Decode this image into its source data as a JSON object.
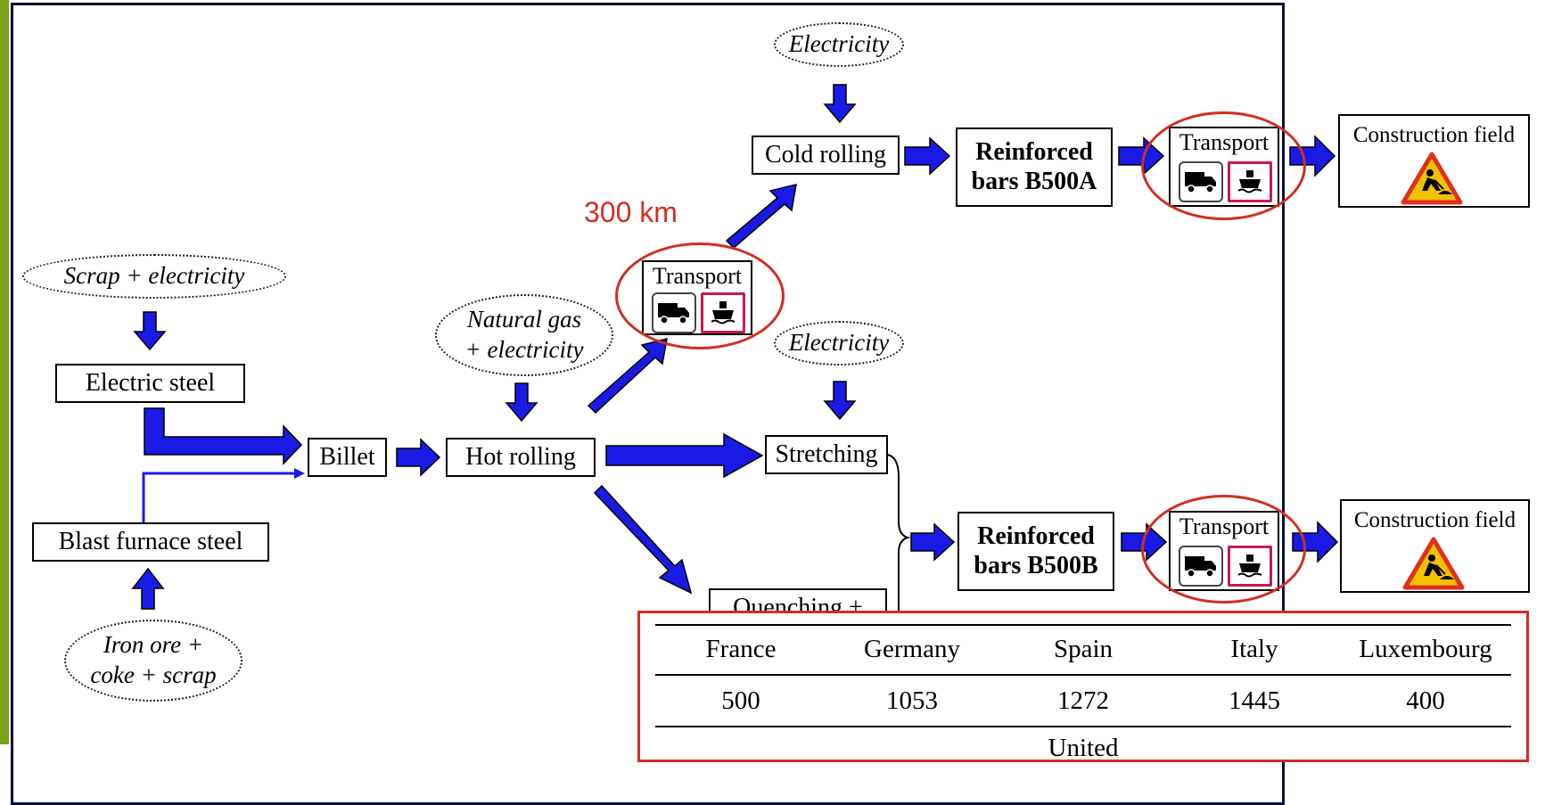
{
  "nodes": {
    "electric_steel": "Electric steel",
    "blast_furnace_steel": "Blast furnace steel",
    "billet": "Billet",
    "hot_rolling": "Hot rolling",
    "cold_rolling": "Cold rolling",
    "stretching": "Stretching",
    "quenching": "Quenching +",
    "bars_a_line1": "Reinforced",
    "bars_a_line2": "bars B500A",
    "bars_b_line1": "Reinforced",
    "bars_b_line2": "bars B500B",
    "transport": "Transport",
    "construction_field": "Construction field"
  },
  "inputs": {
    "scrap_electricity": "Scrap + electricity",
    "iron_ore_line1": "Iron ore +",
    "iron_ore_line2": "coke + scrap",
    "natural_gas_line1": "Natural gas",
    "natural_gas_line2": "+ electricity",
    "electricity": "Electricity"
  },
  "annotation": {
    "distance": "300 km"
  },
  "table": {
    "headers": [
      "France",
      "Germany",
      "Spain",
      "Italy",
      "Luxembourg"
    ],
    "values": [
      "500",
      "1053",
      "1272",
      "1445",
      "400"
    ],
    "partial_next_row": "United"
  },
  "colors": {
    "arrow": "#1a1ae6",
    "highlight": "#d03020",
    "frame": "#0a0f3a",
    "accent_bar": "#7aa21a"
  },
  "icons": [
    "truck-icon",
    "ship-icon",
    "construction-worker-icon"
  ]
}
